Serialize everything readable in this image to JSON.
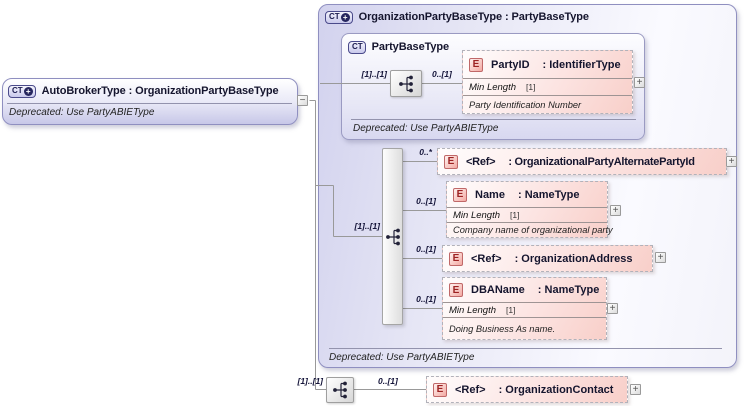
{
  "diagram": {
    "root_type": {
      "title": "AutoBrokerType : OrganizationPartyBaseType",
      "deprecated_note": "Deprecated: Use PartyABIEType"
    },
    "base_type": {
      "title": "OrganizationPartyBaseType : PartyBaseType",
      "deprecated_note": "Deprecated: Use PartyABIEType",
      "sequence_occurs": "[1]..[1]",
      "elements": [
        {
          "occurs": "0..*",
          "name": "<Ref>",
          "type": ": OrganizationalPartyAlternatePartyId"
        },
        {
          "occurs": "0..[1]",
          "name": "Name",
          "type": ": NameType",
          "facet_name": "Min Length",
          "facet_value": "[1]",
          "annotation": "Company name of organizational party"
        },
        {
          "occurs": "0..[1]",
          "name": "<Ref>",
          "type": ": OrganizationAddress"
        },
        {
          "occurs": "0..[1]",
          "name": "DBAName",
          "type": ": NameType",
          "facet_name": "Min Length",
          "facet_value": "[1]",
          "annotation": "Doing Business As name."
        }
      ],
      "inherited": {
        "title": "PartyBaseType",
        "deprecated_note": "Deprecated: Use PartyABIEType",
        "sequence_occurs": "[1]..[1]",
        "elements": [
          {
            "occurs": "0..[1]",
            "name": "PartyID",
            "type": ": IdentifierType",
            "facet_name": "Min Length",
            "facet_value": "[1]",
            "annotation": "Party Identification Number"
          }
        ]
      }
    },
    "local": {
      "sequence_occurs": "[1]..[1]",
      "elements": [
        {
          "occurs": "0..[1]",
          "name": "<Ref>",
          "type": ": OrganizationContact"
        }
      ]
    },
    "icons": {
      "complex_type": "CT",
      "element": "E",
      "derived_plus": "+"
    },
    "controls": {
      "expand": "+",
      "collapse": "−"
    },
    "colors": {
      "type_box_fill": "#d6d6f0",
      "type_box_border": "#8f8fc0",
      "element_fill": "#f8cfc9",
      "element_border": "#b2b2ba",
      "element_icon_red": "#9c2222",
      "connector": "#999999"
    }
  }
}
